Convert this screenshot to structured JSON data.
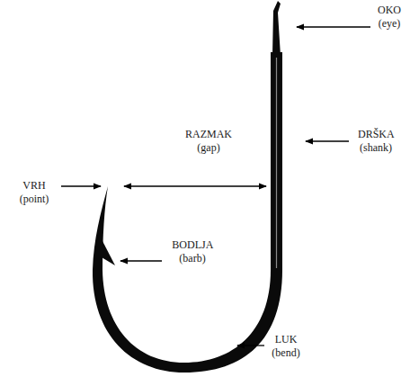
{
  "diagram": {
    "labels": [
      "OKO (eye)",
      "RAZMAK (gap)",
      "DRŠKA (shank)",
      "VRH (point)",
      "BODLJA (barb)",
      "LUK (bend)"
    ]
  }
}
